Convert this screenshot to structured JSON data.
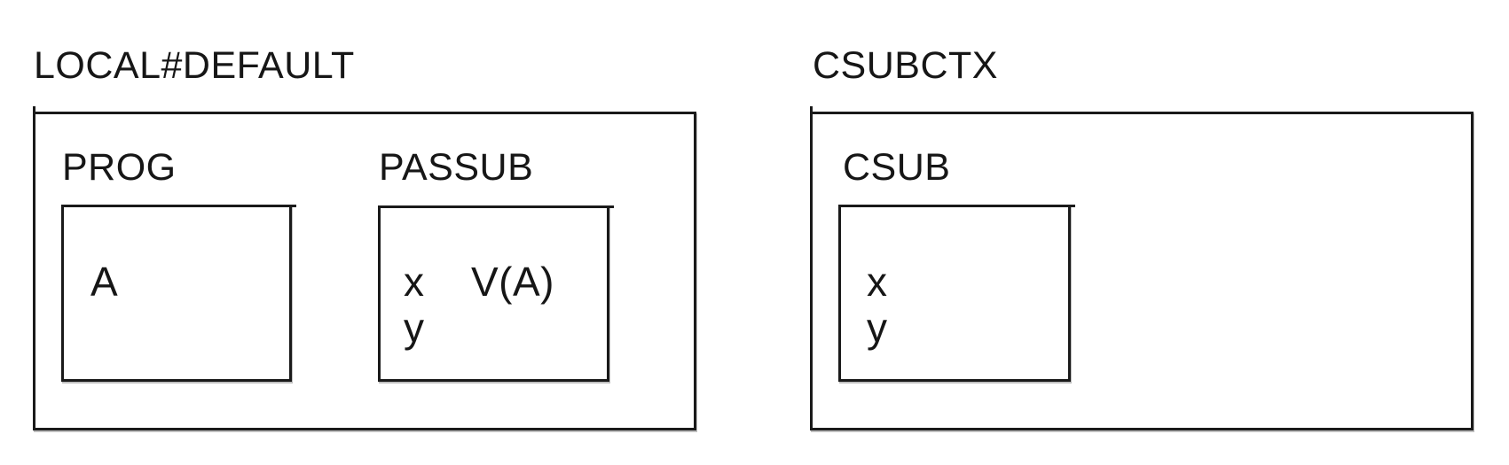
{
  "diagram": {
    "description": "storage-context-diagram",
    "contexts": [
      {
        "title": "LOCAL#DEFAULT",
        "frames": [
          {
            "label": "PROG",
            "vars": [
              "A"
            ]
          },
          {
            "label": "PASSUB",
            "vars": [
              "x",
              "y"
            ],
            "value_annotation": "V(A)"
          }
        ]
      },
      {
        "title": "CSUBCTX",
        "frames": [
          {
            "label": "CSUB",
            "vars": [
              "x",
              "y"
            ]
          }
        ]
      }
    ]
  }
}
